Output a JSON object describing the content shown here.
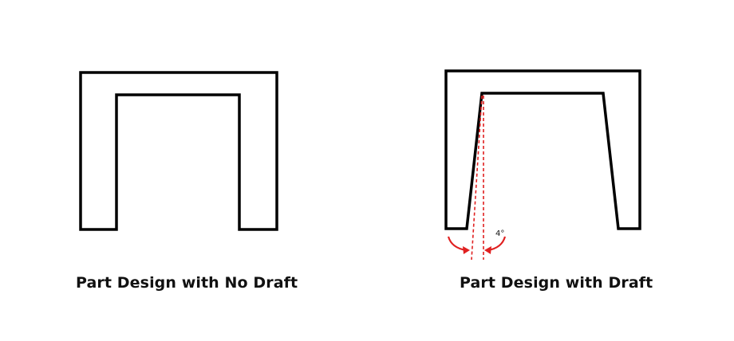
{
  "diagram": {
    "captions": {
      "no_draft": "Part Design with No Draft",
      "with_draft": "Part Design with Draft"
    },
    "draft_angle_label": "4°",
    "colors": {
      "outline": "#000000",
      "annotation": "#e02020",
      "caption": "#111111"
    }
  }
}
